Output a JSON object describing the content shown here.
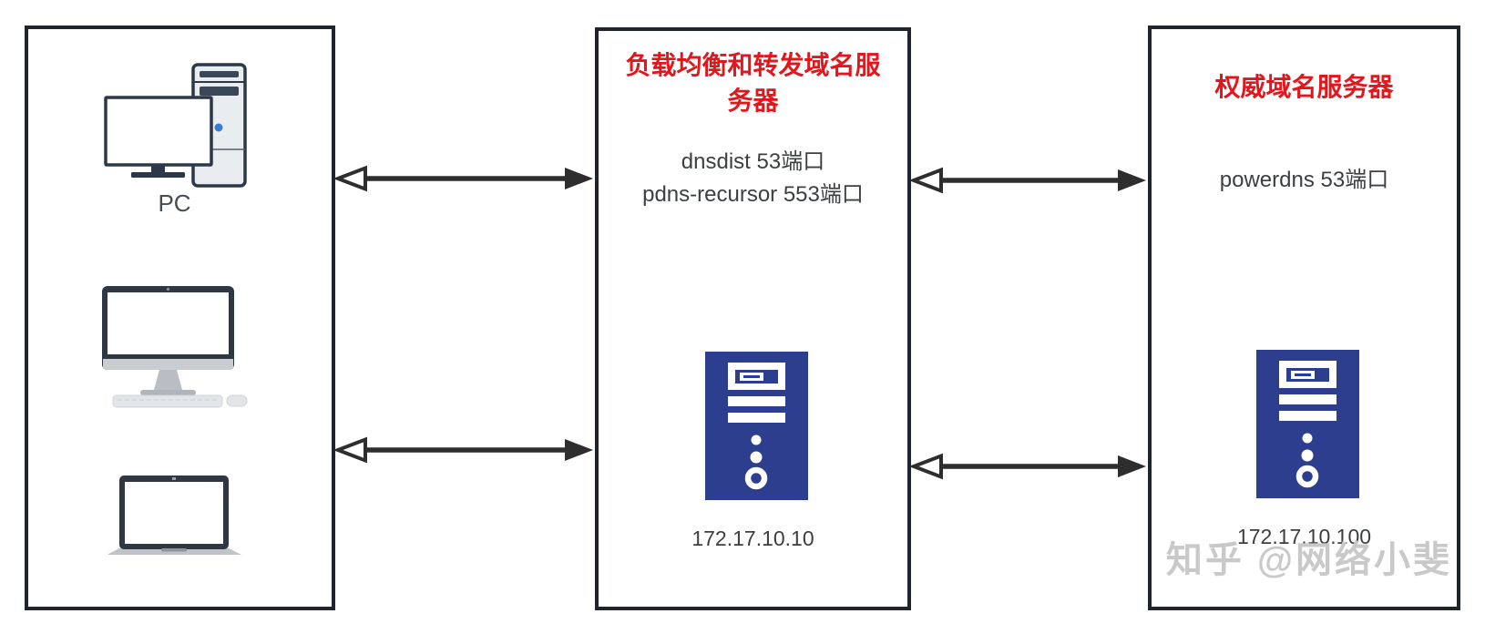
{
  "colors": {
    "border_dark": "#20242c",
    "title_red": "#e2171d",
    "server_blue": "#2d3e8f",
    "arrow_dark": "#2e2e2e",
    "text_dark": "#3c4043",
    "label_gray": "#474d55",
    "watermark_gray": "#c9c9c9"
  },
  "left_box": {
    "pc_label": "PC"
  },
  "middle_box": {
    "title": "负载均衡和转发域名服务器",
    "services": [
      "dnsdist 53端口",
      "pdns-recursor 553端口"
    ],
    "ip": "172.17.10.10"
  },
  "right_box": {
    "title": "权威域名服务器",
    "services": [
      "powerdns 53端口"
    ],
    "ip": "172.17.10.100"
  },
  "watermark": "知乎 @网络小斐"
}
